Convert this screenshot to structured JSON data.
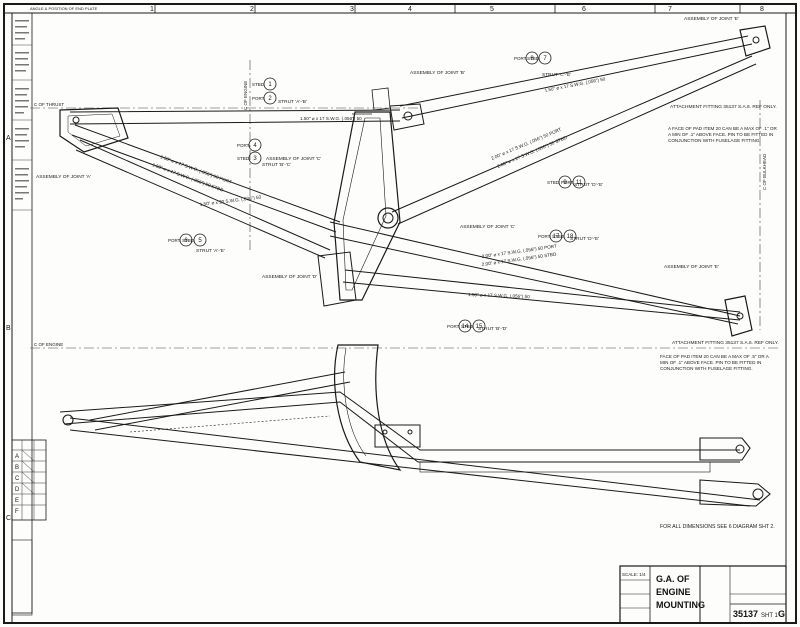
{
  "border_numbers": [
    "1",
    "2",
    "3",
    "4",
    "5",
    "6",
    "7",
    "8"
  ],
  "header_note": "ANGLE & POSITION OF END PLATE",
  "left_edge_labels": {
    "top": "A",
    "middle": "B",
    "low": "C"
  },
  "centre_lines": {
    "top": "C OF THRUST",
    "engine": "C OF ENGINE",
    "engine_vertical": "C OF ENGINE",
    "bulkhead": "C OF BULKHEAD"
  },
  "bubbles": [
    {
      "id": "b1",
      "num": "1",
      "tag": "STBD"
    },
    {
      "id": "b2",
      "num": "2",
      "tag": "PORT"
    },
    {
      "id": "b3",
      "num": "3",
      "tag": "STBD"
    },
    {
      "id": "b4",
      "num": "4",
      "tag": "PORT"
    },
    {
      "id": "b5",
      "num": "5",
      "tag": "STBD"
    },
    {
      "id": "b6",
      "num": "6",
      "tag": "PORT"
    },
    {
      "id": "b7",
      "num": "7",
      "tag": "STBD"
    },
    {
      "id": "b8",
      "num": "8",
      "tag": "PORT"
    },
    {
      "id": "b9",
      "num": "9",
      "tag": "STBD"
    },
    {
      "id": "b11",
      "num": "11",
      "tag": "PORT"
    },
    {
      "id": "b14",
      "num": "14",
      "tag": "PORT"
    },
    {
      "id": "b15",
      "num": "15",
      "tag": "STBD"
    },
    {
      "id": "b17",
      "num": "17",
      "tag": "PORT"
    },
    {
      "id": "b18",
      "num": "18",
      "tag": "STBD"
    }
  ],
  "struts": {
    "a_b": "STRUT 'A'-'B'",
    "b_c": "STRUT 'B'-'C'",
    "c_e": "STRUT 'C'-'E'",
    "d_e": "STRUT 'D'-'E'",
    "a_e": "STRUT 'A'-'E'",
    "b_d": "STRUT 'B'-'D'"
  },
  "assemblies": {
    "a": "ASSEMBLY OF JOINT 'A'",
    "b": "ASSEMBLY OF JOINT 'B'",
    "c": "ASSEMBLY OF JOINT 'C'",
    "d": "ASSEMBLY OF JOINT 'D'",
    "e": "ASSEMBLY OF JOINT 'E'"
  },
  "tube_labels": [
    "1.50\" ⌀ x 17 S.W.G. (.056\") 50",
    "1.50\" ⌀ x 17 S.W.G. (.056\") 50",
    "1.50\" ⌀ x 17 S.W.G. (.056\") 50 PORT",
    "1.50\" ⌀ x 17 S.W.G. (.056\") 50 STBD",
    "2.00\" ⌀ x 17 S.W.G. (.056\") 50 PORT",
    "2.00\" ⌀ x 17 S.W.G. (.056\") 50 STBD",
    "2.00\" ⌀ x 17 S.W.G. (.056\") 50 PORT",
    "2.00\" ⌀ x 17 S.W.G. (.056\") 50 STBD",
    "1.50\" ⌀ x 17 S.W.G. (.056\") 50",
    "1.50\" ⌀ x 20 S.W.G. (.036\") 50"
  ],
  "attachment_top": "ATTACHMENT FITTING 35137 S.A.6. REF ONLY.",
  "note_a": "A  FACE OF PAD ITEM 20 CAN BE A MAX OF .1\" OR A MIN OF .1\" ABOVE FACE. PIN TO BE FITTED IN CONJUNCTION WITH FUSELAGE FITTING.",
  "attachment_bottom": "ATTACHMENT FITTING 35137 S.A.6. REF ONLY.",
  "note_b": "FACE OF PAD ITEM 20 CAN BE A MAX OF .5\" OR A MIN OF .1\" ABOVE FACE. PIN TO BE FITTED IN CONJUNCTION WITH FUSELAGE FITTING.",
  "dimensions_note": "FOR ALL DIMENSIONS SEE 6 DIAGRAM SHT 2.",
  "revision_letters": [
    "A",
    "B",
    "C",
    "D",
    "E",
    "F"
  ],
  "title_block": {
    "scale": "SCALE: 1/4",
    "title_line1": "G.A. OF",
    "title_line2": "ENGINE",
    "title_line3": "MOUNTING",
    "drawing_number": "35137",
    "sheet": "SHT 1",
    "issue": "G"
  }
}
